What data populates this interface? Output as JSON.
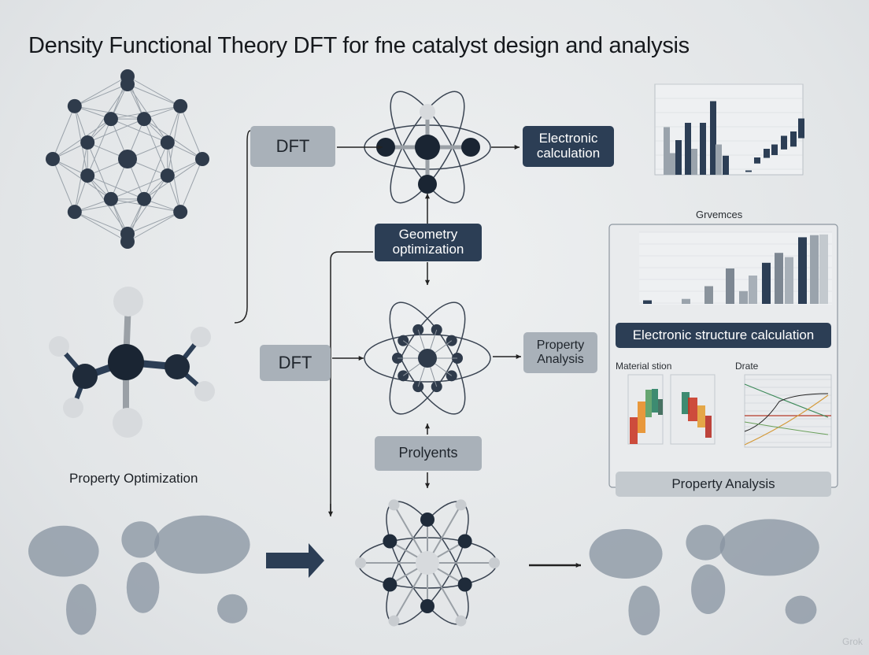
{
  "title": "Density Functional Theory DFT for fne catalyst design and analysis",
  "flow": {
    "dft_top": "DFT",
    "electronic_calculation": "Electronic calculation",
    "geometry_optimization": "Geometry optimization",
    "dft_middle": "DFT",
    "property_analysis_middle": "Property Analysis",
    "prolyents": "Prolyents",
    "property_optimization": "Property Optimization"
  },
  "panel": {
    "chart_title": "Grvemces",
    "electronic_structure": "Electronic structure calculation",
    "material_label": "Material stion",
    "drate_label": "Drate",
    "property_analysis": "Property Analysis"
  },
  "colors": {
    "dark": "#2c3e55",
    "light": "#a9b1b9",
    "atom": "#2a3646",
    "background": "#e6e9eb"
  },
  "watermark": "Grok"
}
